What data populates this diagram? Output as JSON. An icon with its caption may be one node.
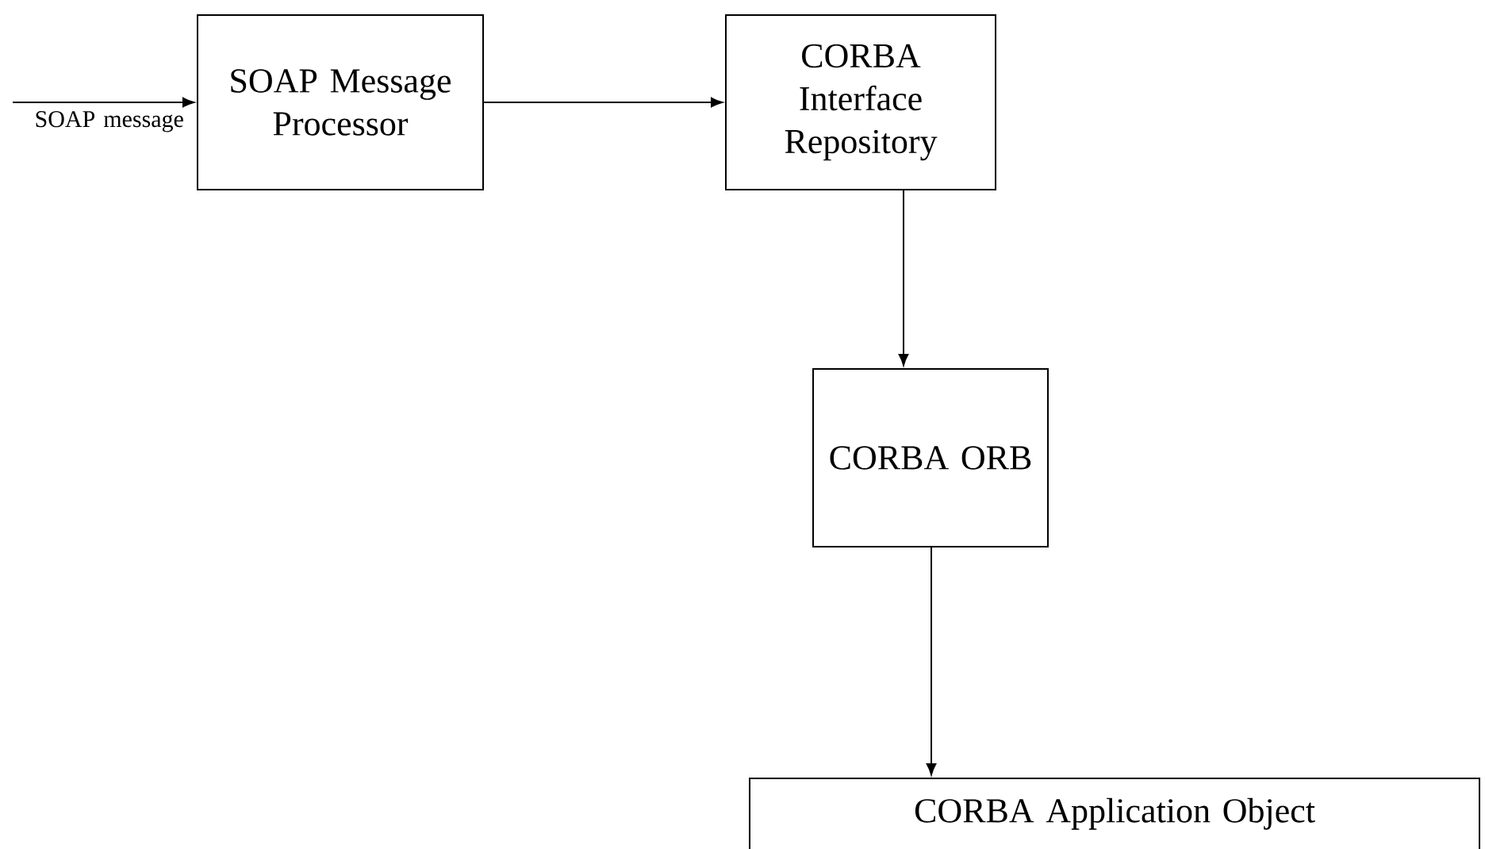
{
  "diagram": {
    "nodes": [
      {
        "text": [
          "SOAP Message Processor"
        ]
      },
      {
        "text": [
          "CORBA Interface Repository"
        ]
      },
      {
        "text": [
          "CORBA ORB"
        ]
      },
      {
        "text": [
          "CORBA Application Object"
        ]
      }
    ],
    "edges": [
      {
        "from": null,
        "to": 0,
        "arrow": "to",
        "label": "SOAP message"
      },
      {
        "from": 0,
        "to": 1,
        "arrow": "to"
      },
      {
        "from": 1,
        "to": 2,
        "arrow": "to"
      },
      {
        "from": 2,
        "to": 3,
        "arrow": "to"
      }
    ]
  }
}
